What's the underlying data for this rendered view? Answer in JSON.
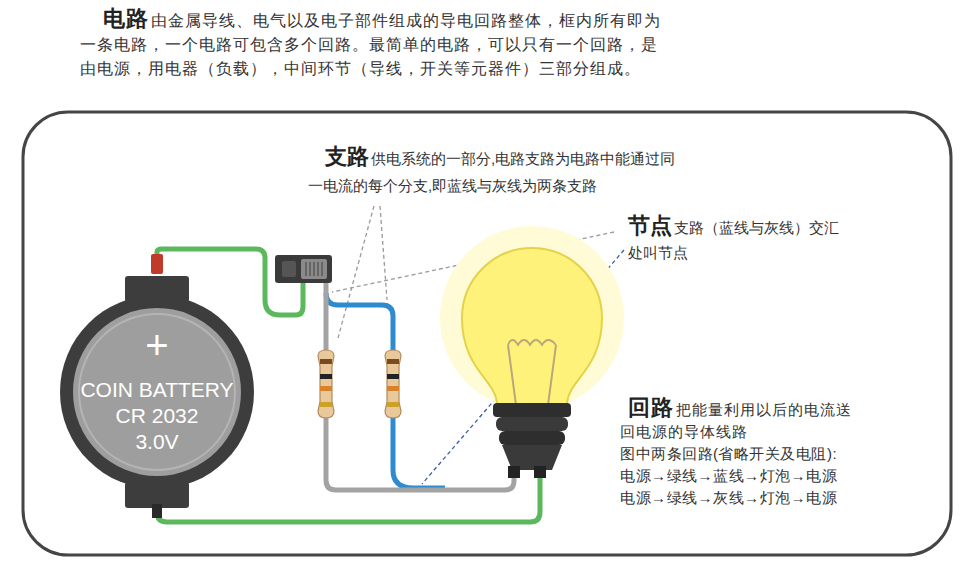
{
  "diagram": {
    "nodes": [
      {
        "text": [
          "+",
          "COIN BATTERY",
          "CR 2032",
          "3.0V"
        ]
      }
    ],
    "labels": [
      "电路",
      "由金属导线、电气以及电子部件组成的导电回路整体，框内所有即为一条电路，一个电路可包含多个回路。最简单的电路，可以只有一个回路，是由电源，用电器（负载），中间环节（导线，开关等元器件）三部分组成。",
      "支路",
      "供电系统的一部分,电路支路为电路中能通过同一电流的每个分支,即蓝线与灰线为两条支路",
      "节点",
      "支路（蓝线与灰线）交汇处叫节点",
      "回路",
      "把能量利用以后的电流送回电源的导体线路",
      "图中两条回路(省略开关及电阻):",
      "电源→绿线→蓝线→灯泡→电源",
      "电源→绿线→灰线→灯泡→电源"
    ]
  }
}
